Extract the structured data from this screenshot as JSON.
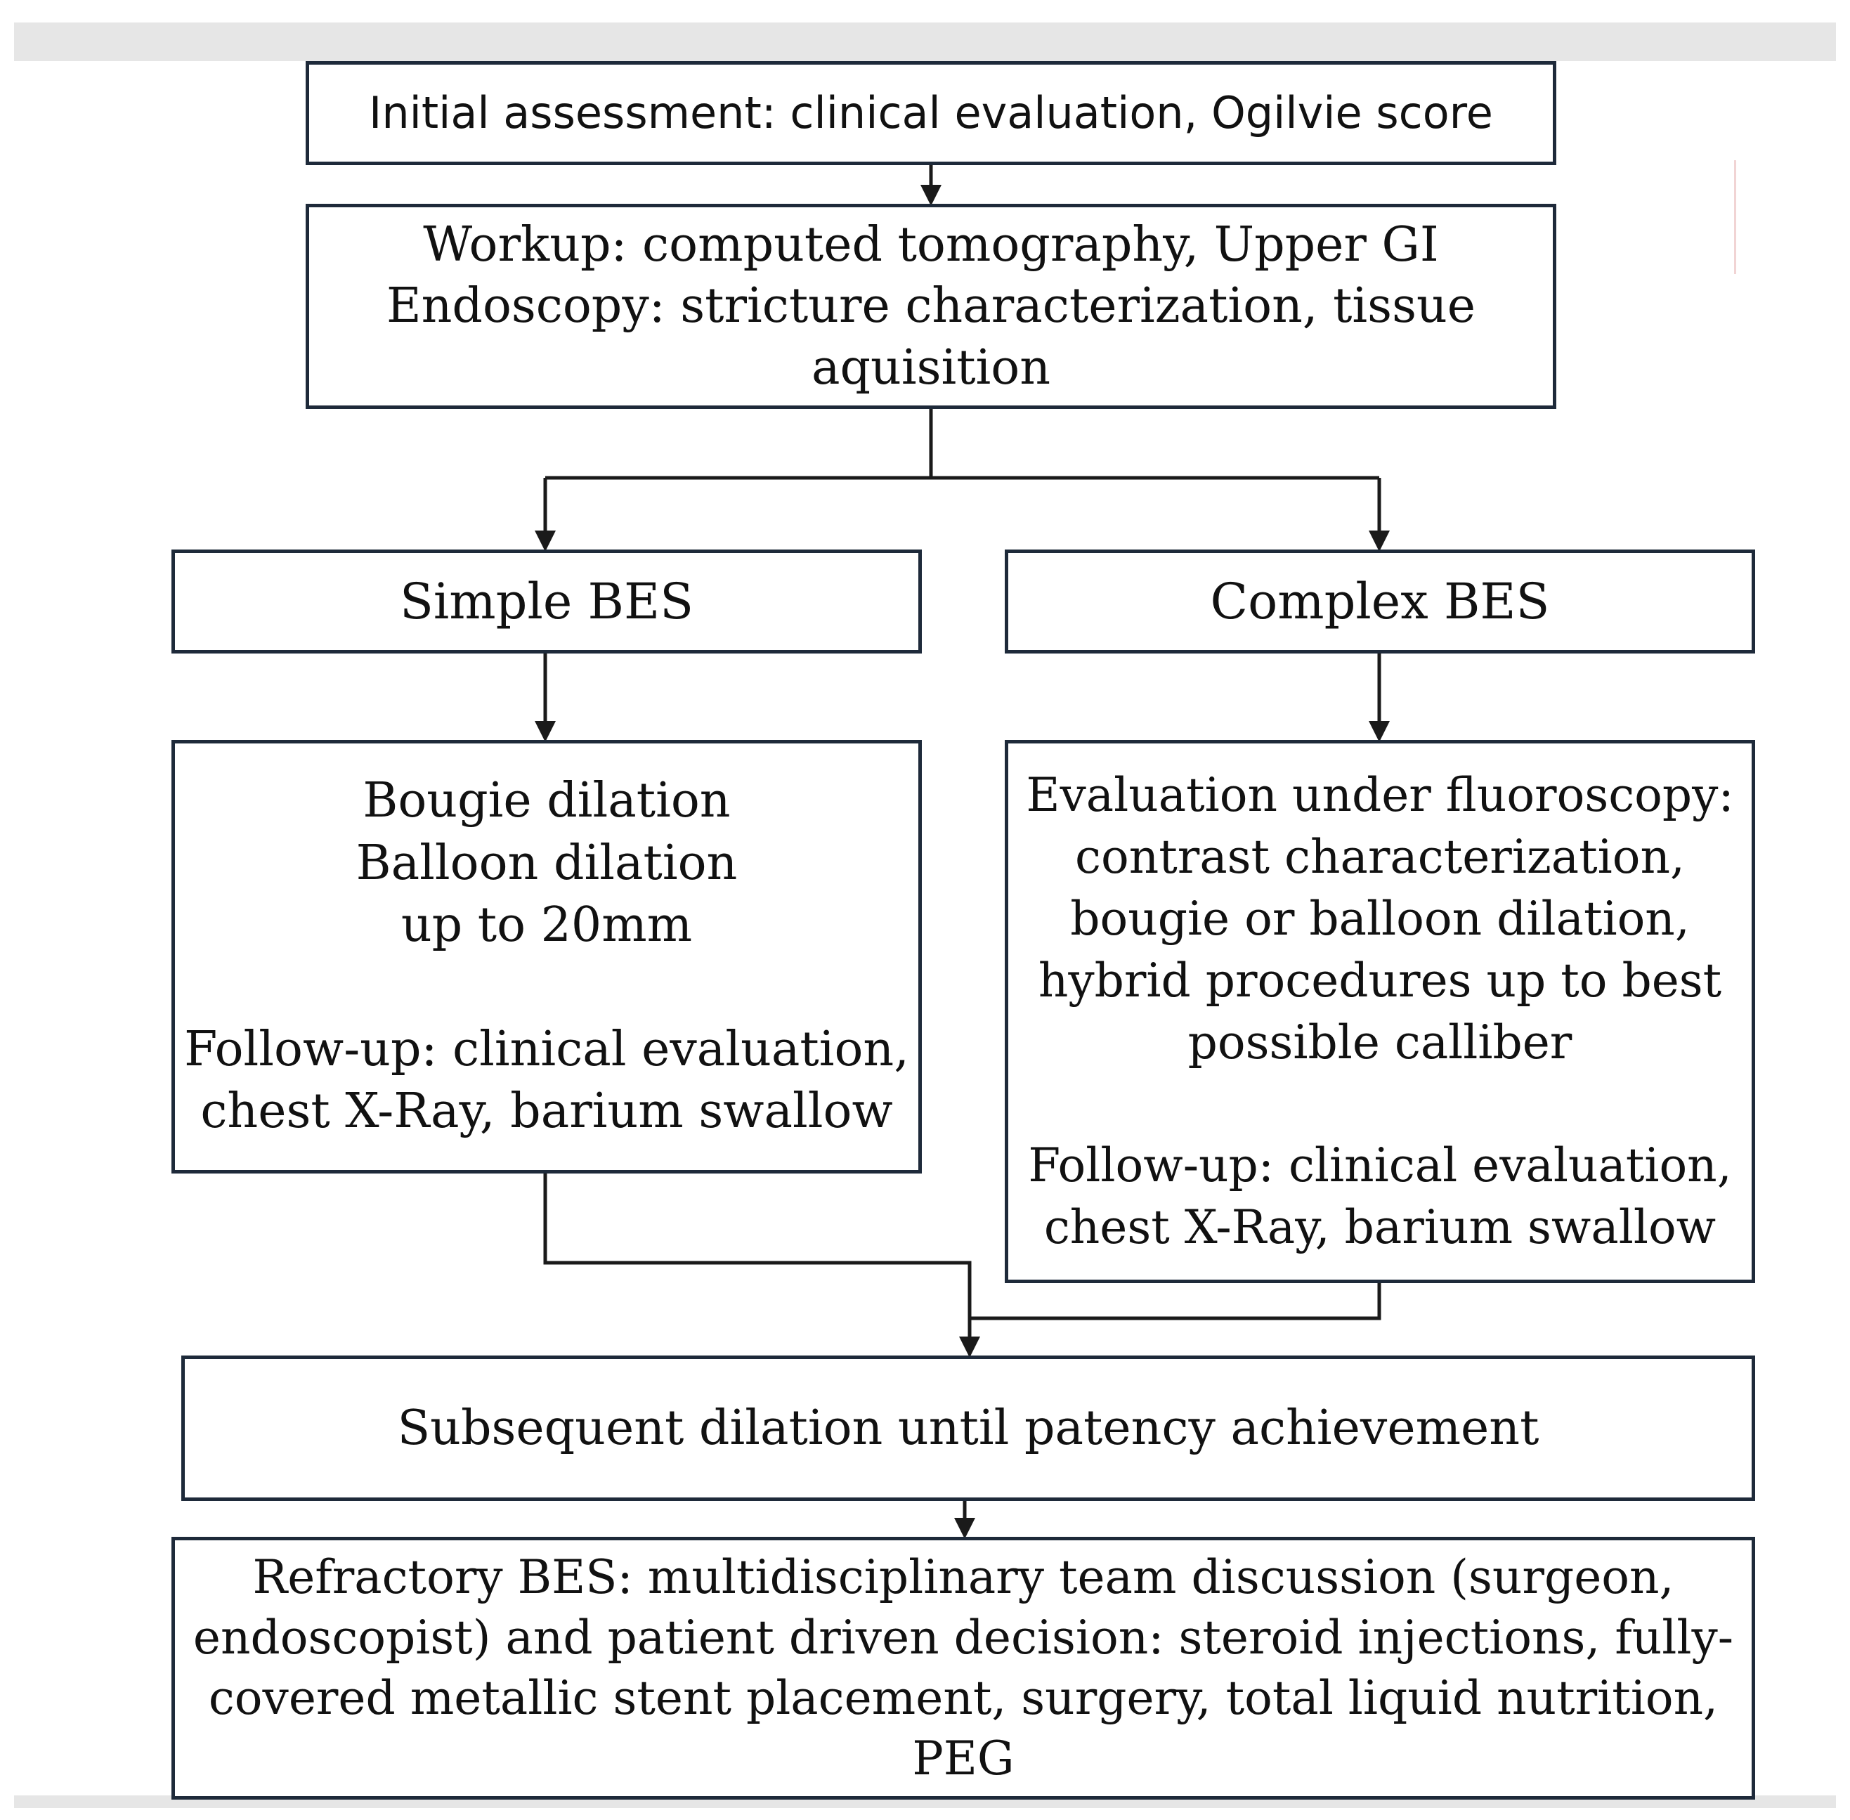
{
  "diagram": {
    "nodes": [
      {
        "id": "initial",
        "text": "Initial assessment: clinical evaluation, Ogilvie score"
      },
      {
        "id": "workup",
        "text": "Workup: computed tomography, Upper GI\nEndoscopy: stricture characterization, tissue aquisition"
      },
      {
        "id": "simple",
        "text": "Simple BES"
      },
      {
        "id": "complex",
        "text": "Complex BES"
      },
      {
        "id": "simple_tx",
        "text": "Bougie dilation\nBalloon dilation\nup to 20mm\n\nFollow-up: clinical evaluation, chest X-Ray, barium swallow"
      },
      {
        "id": "complex_tx",
        "text": "Evaluation under fluoroscopy: contrast characterization, bougie or balloon dilation, hybrid procedures up to best possible calliber\n\nFollow-up: clinical evaluation, chest X-Ray, barium swallow"
      },
      {
        "id": "subsequent",
        "text": "Subsequent dilation until patency achievement"
      },
      {
        "id": "refractory",
        "text": "Refractory BES: multidisciplinary team discussion (surgeon, endoscopist) and patient driven decision: steroid injections, fully-covered metallic stent placement, surgery, total liquid nutrition, PEG"
      }
    ],
    "edges": [
      {
        "from": "initial",
        "to": "workup"
      },
      {
        "from": "workup",
        "to": "simple"
      },
      {
        "from": "workup",
        "to": "complex"
      },
      {
        "from": "simple",
        "to": "simple_tx"
      },
      {
        "from": "complex",
        "to": "complex_tx"
      },
      {
        "from": "simple_tx",
        "to": "subsequent"
      },
      {
        "from": "complex_tx",
        "to": "subsequent"
      },
      {
        "from": "subsequent",
        "to": "refractory"
      }
    ],
    "colors": {
      "box_border": "#1e2a3a",
      "connector": "#1a1a1a",
      "band": "#e6e6e6"
    }
  }
}
